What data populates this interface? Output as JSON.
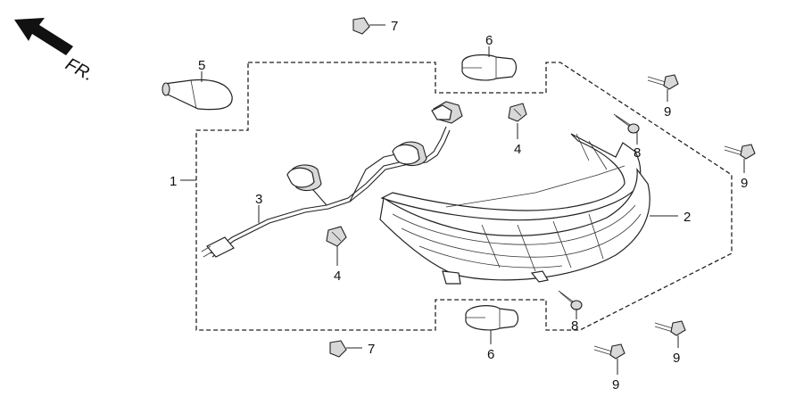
{
  "direction_label": "FR.",
  "callouts": {
    "c1": "1",
    "c2": "2",
    "c3": "3",
    "c4a": "4",
    "c4b": "4",
    "c5": "5",
    "c6a": "6",
    "c6b": "6",
    "c7a": "7",
    "c7b": "7",
    "c8a": "8",
    "c8b": "8",
    "c9a": "9",
    "c9b": "9",
    "c9c": "9",
    "c9d": "9"
  }
}
